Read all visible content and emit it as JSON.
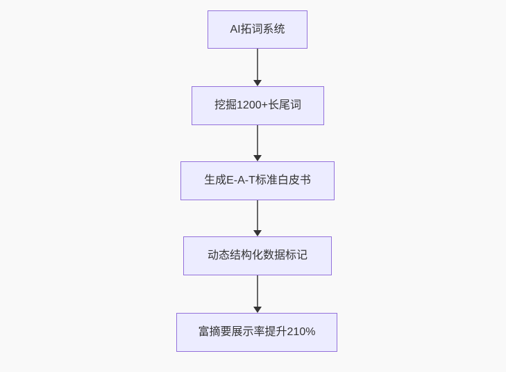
{
  "diagram": {
    "type": "flowchart",
    "direction": "top-down",
    "nodes": [
      {
        "id": "A",
        "label": "AI拓词系统"
      },
      {
        "id": "B",
        "label": "挖掘1200+长尾词"
      },
      {
        "id": "C",
        "label": "生成E-A-T标准白皮书"
      },
      {
        "id": "D",
        "label": "动态结构化数据标记"
      },
      {
        "id": "E",
        "label": "富摘要展示率提升210%"
      }
    ],
    "edges": [
      {
        "from": "A",
        "to": "B"
      },
      {
        "from": "B",
        "to": "C"
      },
      {
        "from": "C",
        "to": "D"
      },
      {
        "from": "D",
        "to": "E"
      }
    ],
    "colors": {
      "background": "#f9f9f9",
      "node_fill": "#ececff",
      "node_border": "#9370db",
      "node_text": "#333333",
      "edge_line": "#666666",
      "arrowhead": "#333333"
    }
  }
}
